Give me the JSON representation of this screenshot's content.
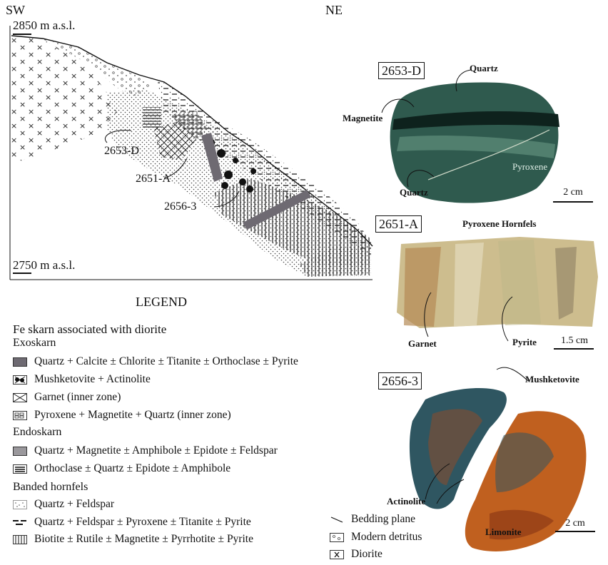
{
  "section": {
    "sw_label": "SW",
    "ne_label": "NE",
    "top_elev": "2850 m a.s.l.",
    "bottom_elev": "2750 m a.s.l.",
    "sample_labels": [
      "2653-D",
      "2651-A",
      "2656-3"
    ]
  },
  "samples": [
    {
      "id": "2653-D",
      "labels": [
        "Quartz",
        "Magnetite",
        "Pyroxene",
        "Quartz"
      ],
      "scale": "2 cm"
    },
    {
      "id": "2651-A",
      "labels": [
        "Pyroxene Hornfels",
        "Garnet",
        "Pyrite"
      ],
      "scale": "1.5 cm"
    },
    {
      "id": "2656-3",
      "labels": [
        "Mushketovite",
        "Actinolite",
        "Limonite"
      ],
      "scale": "2 cm"
    }
  ],
  "legend": {
    "title": "LEGEND",
    "group_title": "Fe skarn associated with diorite",
    "exoskarn": {
      "title": "Exoskarn",
      "items": [
        "Quartz + Calcite ± Chlorite ± Titanite ± Orthoclase ± Pyrite",
        "Mushketovite + Actinolite",
        "Garnet (inner zone)",
        "Pyroxene + Magnetite + Quartz (inner zone)"
      ]
    },
    "endoskarn": {
      "title": "Endoskarn",
      "items": [
        "Quartz + Magnetite ± Amphibole ± Epidote ± Feldspar",
        "Orthoclase ± Quartz ± Epidote ± Amphibole"
      ]
    },
    "hornfels": {
      "title": "Banded hornfels",
      "items": [
        "Quartz + Feldspar",
        "Quartz + Feldspar ± Pyroxene ± Titanite ± Pyrite",
        "Biotite ± Rutile ± Magnetite ± Pyrrhotite ± Pyrite"
      ]
    },
    "other": [
      "Bedding plane",
      "Modern detritus",
      "Diorite"
    ]
  },
  "colors": {
    "vein": "#6e6a72",
    "endoskarn_qz": "#9a989c",
    "photo1": "#2f5a4e",
    "photo2": "#cdbd8e",
    "photo3a": "#2f5661",
    "photo3b": "#c0601f"
  }
}
